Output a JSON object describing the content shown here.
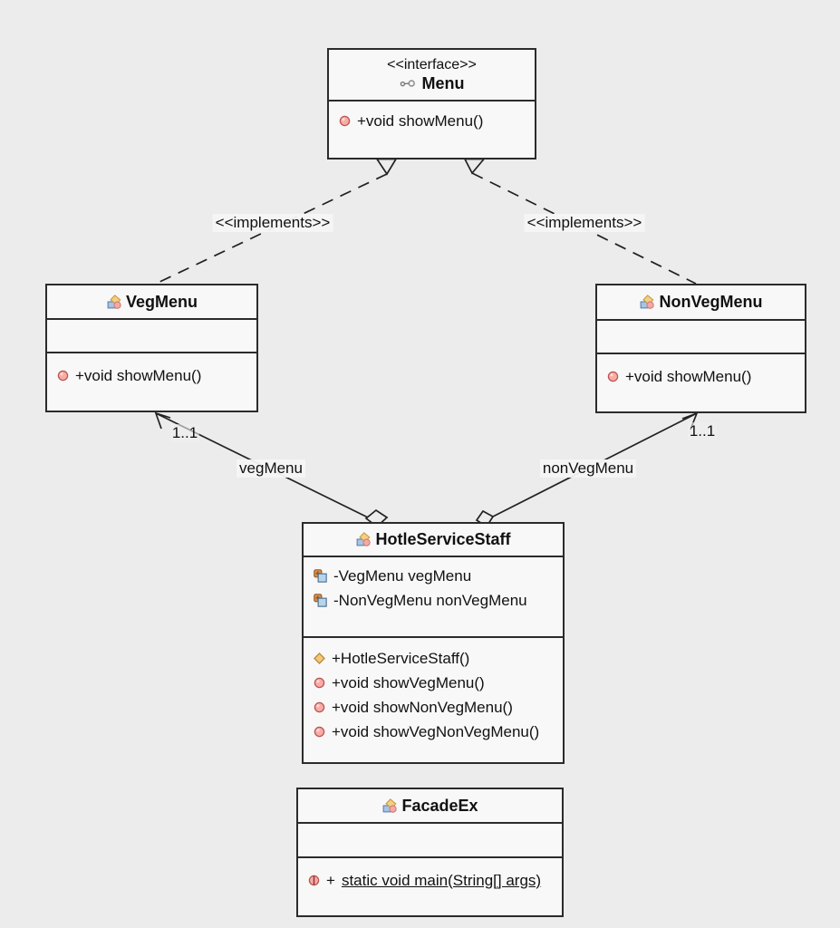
{
  "colors": {
    "background": "#ececec",
    "box_fill": "#f8f8f8",
    "border": "#2b2b2b",
    "public_method_icon": "#f9aca6",
    "constructor_icon": "#f2c879",
    "field_icon_blue": "#b5d4ee",
    "field_icon_orange": "#d98c4a",
    "class_icon_yellow": "#f3cf83",
    "class_icon_blue": "#a7c4e5",
    "class_icon_pink": "#f4a9a4",
    "interface_icon_gray": "#8a8a8a"
  },
  "classes": {
    "menu": {
      "stereotype": "<<interface>>",
      "name": "Menu",
      "icon": "interface-icon",
      "methods": [
        {
          "icon": "public-method-icon",
          "text": "+void showMenu()"
        }
      ]
    },
    "vegmenu": {
      "name": "VegMenu",
      "icon": "class-icon",
      "fields": [],
      "methods": [
        {
          "icon": "public-method-icon",
          "text": "+void showMenu()"
        }
      ]
    },
    "nonvegmenu": {
      "name": "NonVegMenu",
      "icon": "class-icon",
      "fields": [],
      "methods": [
        {
          "icon": "public-method-icon",
          "text": "+void showMenu()"
        }
      ]
    },
    "hotleservicestaff": {
      "name": "HotleServiceStaff",
      "icon": "class-icon",
      "fields": [
        {
          "icon": "private-field-icon",
          "text": "-VegMenu vegMenu"
        },
        {
          "icon": "private-field-icon",
          "text": "-NonVegMenu nonVegMenu"
        }
      ],
      "methods": [
        {
          "icon": "constructor-icon",
          "text": "+HotleServiceStaff()"
        },
        {
          "icon": "public-method-icon",
          "text": "+void showVegMenu()"
        },
        {
          "icon": "public-method-icon",
          "text": "+void showNonVegMenu()"
        },
        {
          "icon": "public-method-icon",
          "text": "+void showVegNonVegMenu()"
        }
      ]
    },
    "facadeex": {
      "name": "FacadeEx",
      "icon": "class-icon",
      "fields": [],
      "methods": [
        {
          "icon": "static-method-icon",
          "prefix": "+",
          "text": "static void main(String[] args)",
          "underline": true
        }
      ]
    }
  },
  "relations": {
    "implements_left": {
      "label": "<<implements>>",
      "from": "VegMenu",
      "to": "Menu"
    },
    "implements_right": {
      "label": "<<implements>>",
      "from": "NonVegMenu",
      "to": "Menu"
    },
    "aggregation_veg": {
      "multiplicity": "1..1",
      "role": "vegMenu",
      "from": "HotleServiceStaff",
      "to": "VegMenu"
    },
    "aggregation_nonveg": {
      "multiplicity": "1..1",
      "role": "nonVegMenu",
      "from": "HotleServiceStaff",
      "to": "NonVegMenu"
    }
  }
}
